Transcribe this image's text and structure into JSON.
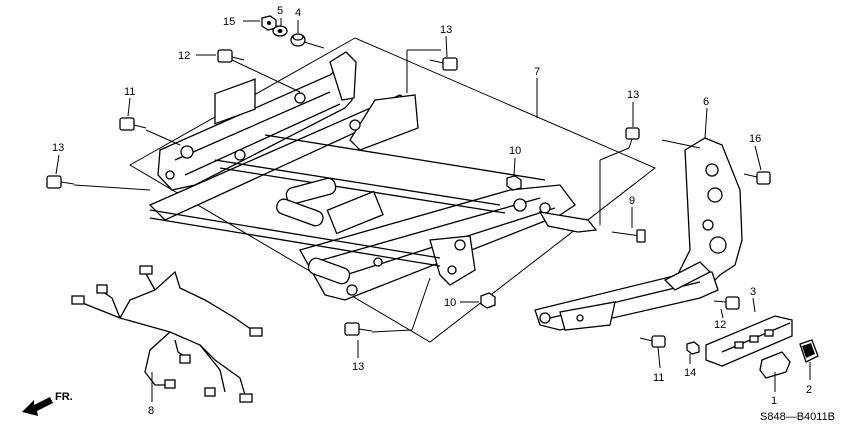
{
  "labels": {
    "p1": "1",
    "p2": "2",
    "p3": "3",
    "p4": "4",
    "p5": "5",
    "p6": "6",
    "p7": "7",
    "p8": "8",
    "p9": "9",
    "p10a": "10",
    "p10b": "10",
    "p11a": "11",
    "p11b": "11",
    "p12a": "12",
    "p12b": "12",
    "p13a": "13",
    "p13b": "13",
    "p13c": "13",
    "p13d": "13",
    "p14": "14",
    "p15": "15",
    "p16": "16"
  },
  "direction_label": "FR.",
  "diagram_code": "S848—B4011B"
}
